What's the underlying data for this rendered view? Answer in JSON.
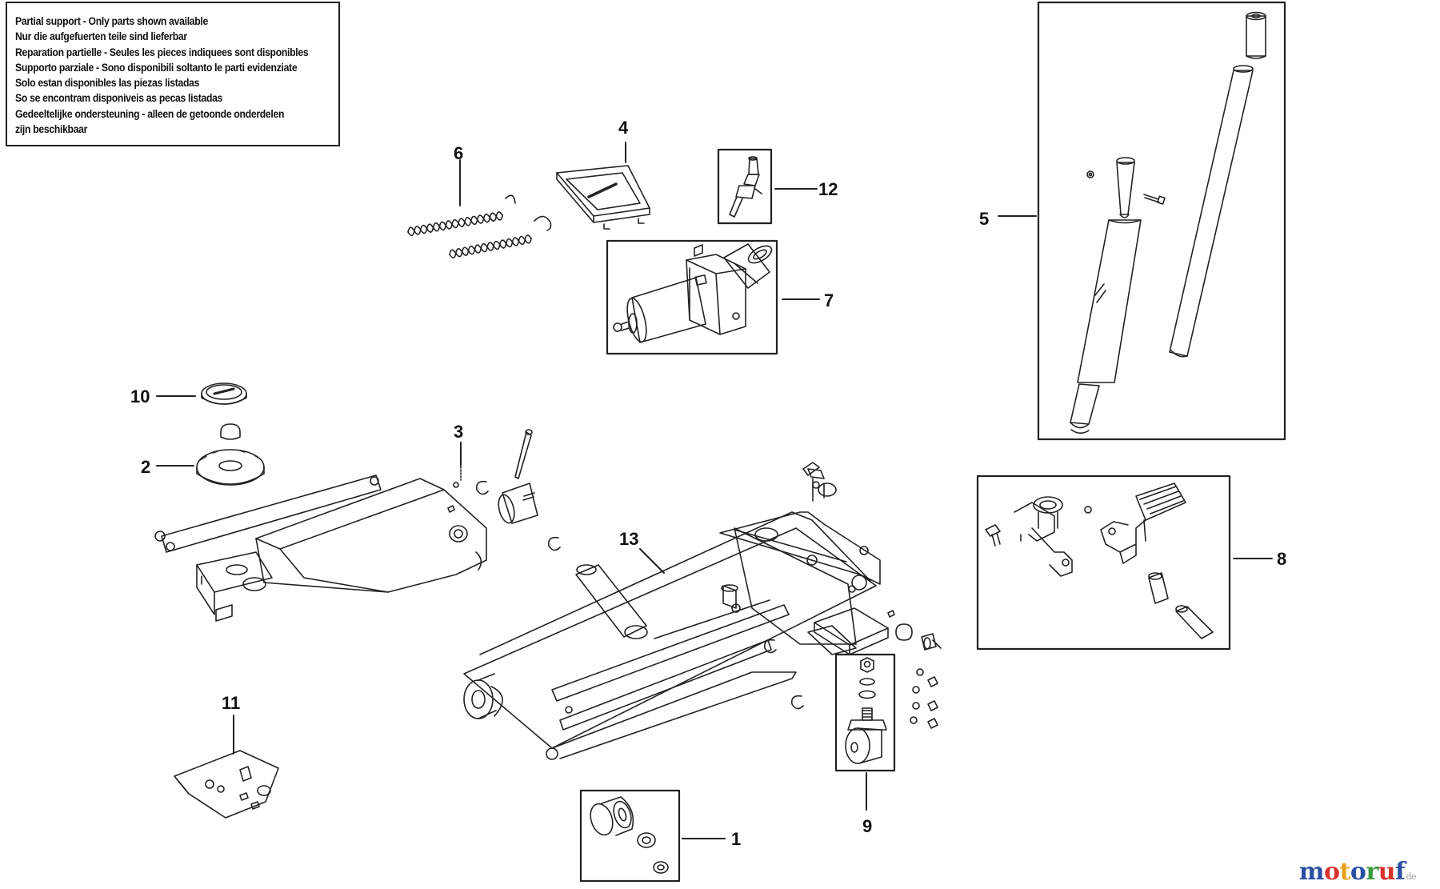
{
  "notice": {
    "lines": [
      "Partial support - Only parts shown available",
      "Nur die aufgefuerten teile sind lieferbar",
      "Reparation partielle - Seules les pieces indiquees sont disponibles",
      "Supporto parziale - Sono disponibili soltanto le parti evidenziate",
      "Solo estan disponibles las piezas listadas",
      "So se encontram disponiveis as pecas listadas",
      "Gedeeltelijke ondersteuning - alleen de getoonde onderdelen",
      "zijn beschikbaar"
    ]
  },
  "callouts": {
    "p1": "1",
    "p2": "2",
    "p3": "3",
    "p4": "4",
    "p5": "5",
    "p6": "6",
    "p7": "7",
    "p8": "8",
    "p9": "9",
    "p10": "10",
    "p11": "11",
    "p12": "12",
    "p13": "13"
  },
  "watermark": {
    "letters": [
      "m",
      "o",
      "t",
      "o",
      "r",
      "u",
      "f"
    ],
    "colors": [
      "#2b4fa3",
      "#d8322c",
      "#e8a21a",
      "#2b4fa3",
      "#3a9a3e",
      "#d8322c",
      "#2b4fa3"
    ],
    "suffix": "de"
  }
}
